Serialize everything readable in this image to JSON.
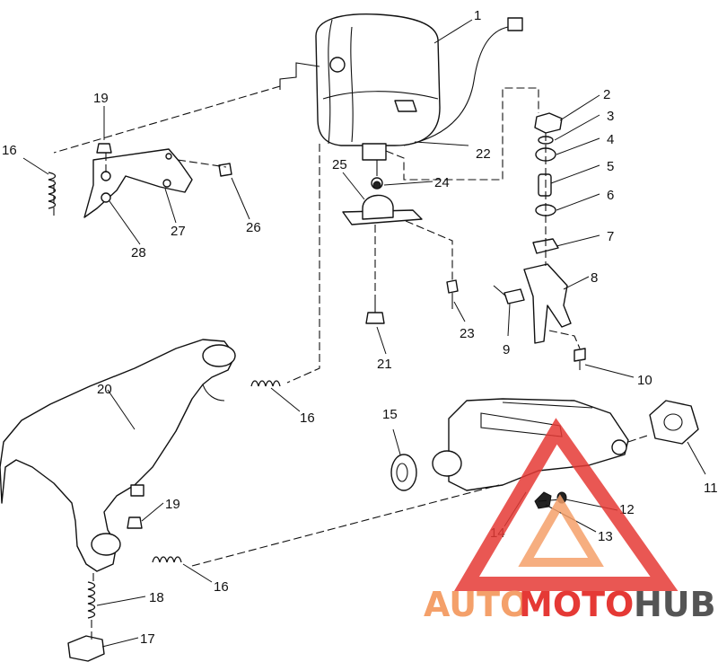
{
  "callouts": [
    "1",
    "2",
    "3",
    "4",
    "5",
    "6",
    "7",
    "8",
    "9",
    "10",
    "11",
    "12",
    "13",
    "14",
    "15",
    "16",
    "17",
    "18",
    "19",
    "20",
    "21",
    "22",
    "23",
    "24",
    "25",
    "26",
    "27",
    "28"
  ],
  "watermark": {
    "part1": "AUTO",
    "part2": "MOTO",
    "part3": "HUB",
    "color_primary": "#e53935",
    "color_secondary": "#f4a06a",
    "color_dark": "#555555"
  }
}
